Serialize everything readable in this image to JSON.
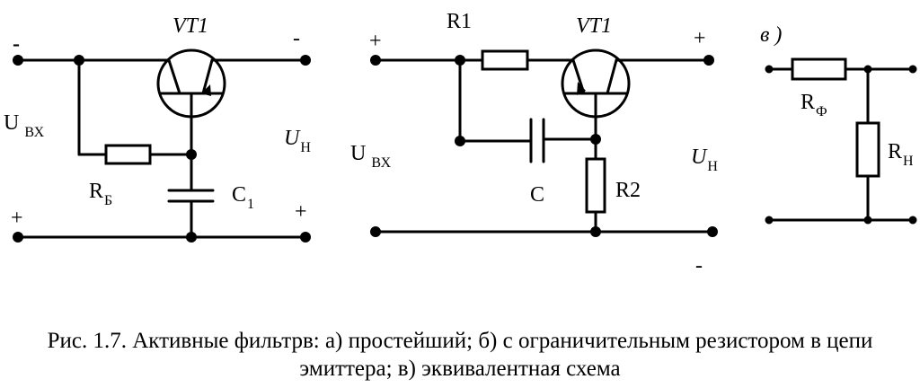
{
  "circuit_a": {
    "in_top_sign": "-",
    "out_top_sign": "-",
    "in_bottom_sign": "+",
    "out_bottom_sign": "+",
    "transistor": "VT1",
    "u_in": "U",
    "u_in_sub": "ВХ",
    "u_out": "U",
    "u_out_sub": "Н",
    "resistor": "R",
    "resistor_sub": "Б",
    "capacitor": "C",
    "capacitor_sub": "1"
  },
  "circuit_b": {
    "in_top_sign": "+",
    "out_top_sign": "+",
    "out_bottom_sign": "-",
    "transistor": "VT1",
    "resistor1": "R1",
    "resistor2": "R2",
    "capacitor": "C",
    "u_in": "U",
    "u_in_sub": "ВХ",
    "u_out": "U",
    "u_out_sub": "Н"
  },
  "circuit_c": {
    "panel_label": "в )",
    "resistor_filter": "R",
    "resistor_filter_sub": "Ф",
    "resistor_load": "R",
    "resistor_load_sub": "Н"
  },
  "caption": {
    "line1": "Рис. 1.7. Активные фильтрв: а) простейший; б) с ограничительным резистором в цепи",
    "line2": "эмиттера; в) эквивалентная схема"
  }
}
